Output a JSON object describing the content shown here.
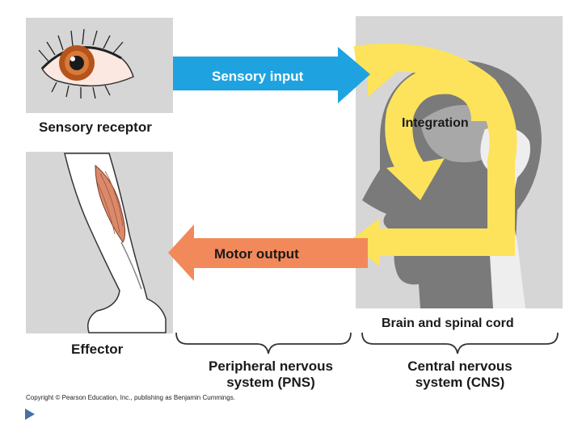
{
  "labels": {
    "sensory_receptor": "Sensory receptor",
    "effector": "Effector",
    "sensory_input": "Sensory input",
    "motor_output": "Motor output",
    "integration": "Integration",
    "brain_spinal": "Brain and spinal cord",
    "pns": "Peripheral nervous system (PNS)",
    "cns": "Central nervous system (CNS)"
  },
  "copyright": "Copyright © Pearson Education, Inc., publishing as Benjamin Cummings.",
  "colors": {
    "panel_gray": "#d6d6d6",
    "sensory_arrow": "#1fa3e0",
    "motor_arrow": "#f2895a",
    "integration_loop": "#fce35b",
    "head_silhouette": "#7a7a7a",
    "bullet": "#4a6fa5"
  },
  "icons": {
    "eye": "eye-icon",
    "leg": "leg-icon",
    "head": "head-silhouette-icon",
    "bullet": "triangle-bullet-icon"
  }
}
